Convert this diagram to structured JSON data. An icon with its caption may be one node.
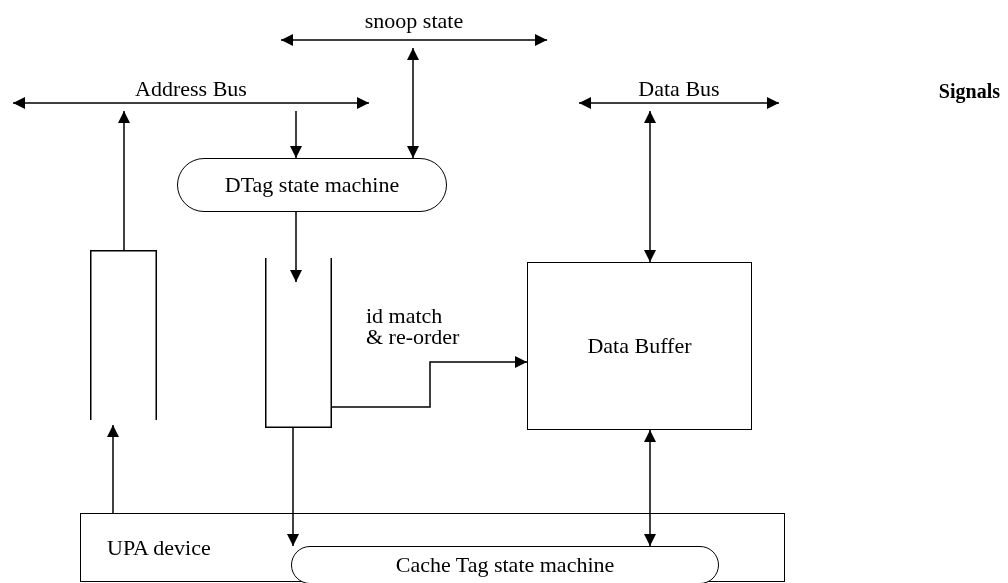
{
  "diagram": {
    "title": "Signals",
    "nodes": [
      {
        "text": [
          "Address Bus"
        ]
      },
      {
        "text": [
          "snoop state"
        ]
      },
      {
        "text": [
          "Data Bus"
        ]
      },
      {
        "text": [
          "DTag state machine"
        ]
      },
      {
        "text": [],
        "shape": "box"
      },
      {
        "text": [],
        "shape": "box"
      },
      {
        "text": [
          "Data Buffer"
        ]
      },
      {
        "text": [
          "UPA device"
        ]
      },
      {
        "text": [
          "Cache Tag state machine"
        ],
        "in": 7
      }
    ],
    "edges": [
      {
        "from": 4,
        "to": 0,
        "arrow": "to"
      },
      {
        "from": 0,
        "to": 3,
        "arrow": "to"
      },
      {
        "from": 1,
        "to": 3,
        "arrow": "both"
      },
      {
        "from": 2,
        "to": 6,
        "arrow": "both"
      },
      {
        "from": 3,
        "to": 5,
        "arrow": "to"
      },
      {
        "from": 5,
        "to": 6,
        "arrow": "to",
        "label": "id match & re-order"
      },
      {
        "from": 5,
        "to": 8,
        "arrow": "to"
      },
      {
        "from": 6,
        "to": 8,
        "arrow": "both"
      },
      {
        "from": 7,
        "to": 4,
        "arrow": "to"
      }
    ]
  }
}
